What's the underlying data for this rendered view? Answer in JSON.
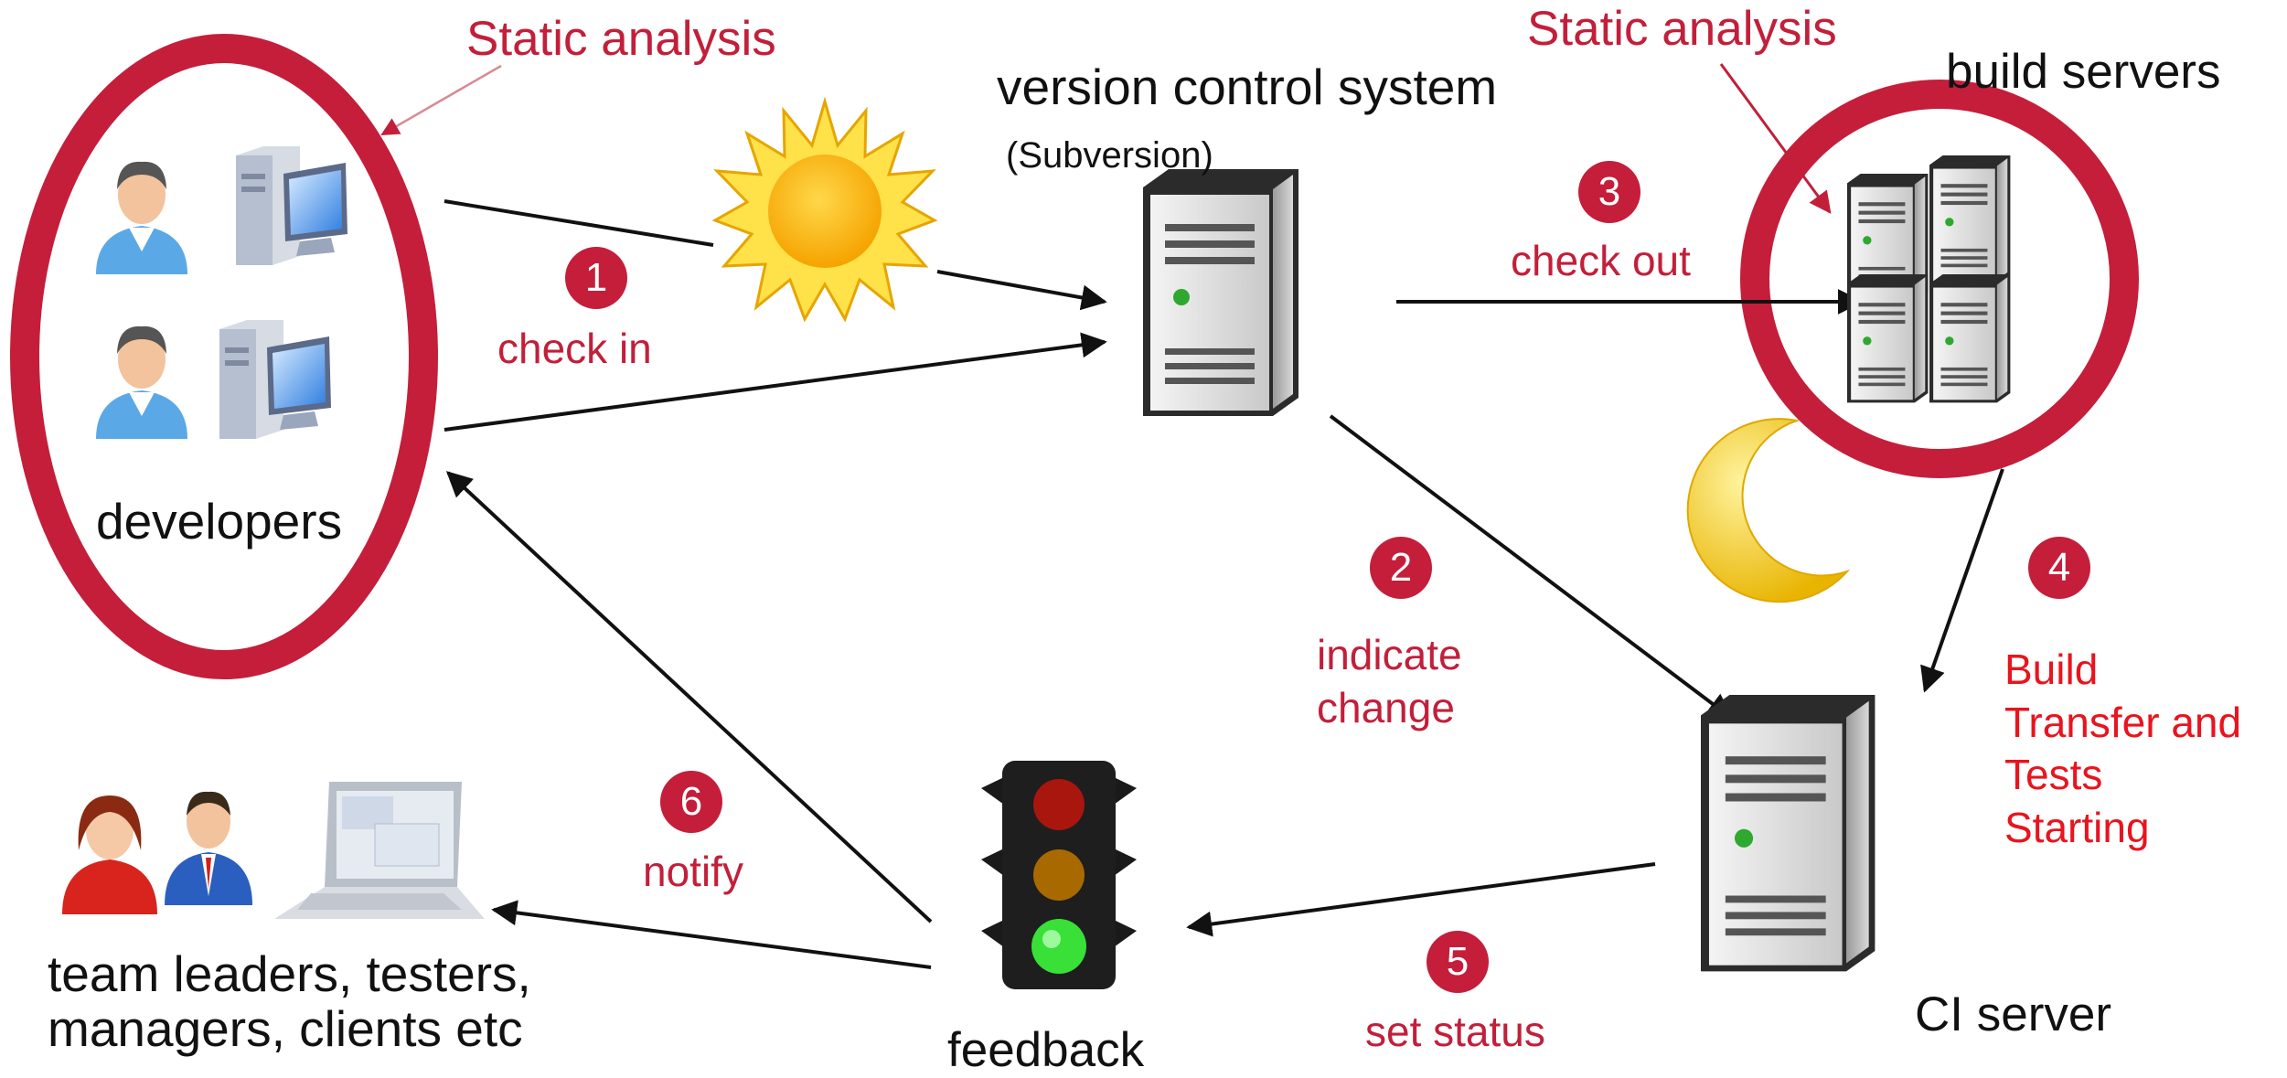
{
  "labels": {
    "static_analysis_left": "Static analysis",
    "static_analysis_right": "Static analysis",
    "version_control": "version control system",
    "subversion": "(Subversion)",
    "build_servers": "build servers",
    "developers": "developers",
    "ci_server": "CI server",
    "feedback": "feedback",
    "team_line1": "team leaders, testers,",
    "team_line2": "managers, clients etc"
  },
  "steps": [
    {
      "num": "1",
      "text": [
        "check in"
      ]
    },
    {
      "num": "2",
      "text": [
        "indicate",
        "change"
      ]
    },
    {
      "num": "3",
      "text": [
        "check out"
      ]
    },
    {
      "num": "4",
      "text": [
        "Build",
        "Transfer and",
        "Tests",
        "Starting"
      ]
    },
    {
      "num": "5",
      "text": [
        "set status"
      ]
    },
    {
      "num": "6",
      "text": [
        "notify"
      ]
    }
  ],
  "colors": {
    "highlight_ring": "#c41e3a",
    "step_badge": "#c41e3a",
    "step_text": "#c21f3a",
    "build_text": "#e8141e",
    "arrows": "#111111"
  },
  "icons": [
    "person-icon",
    "desktop-computer-icon",
    "sun-icon",
    "server-icon",
    "server-cluster-icon",
    "moon-icon",
    "traffic-light-icon",
    "team-people-icon",
    "laptop-icon"
  ]
}
